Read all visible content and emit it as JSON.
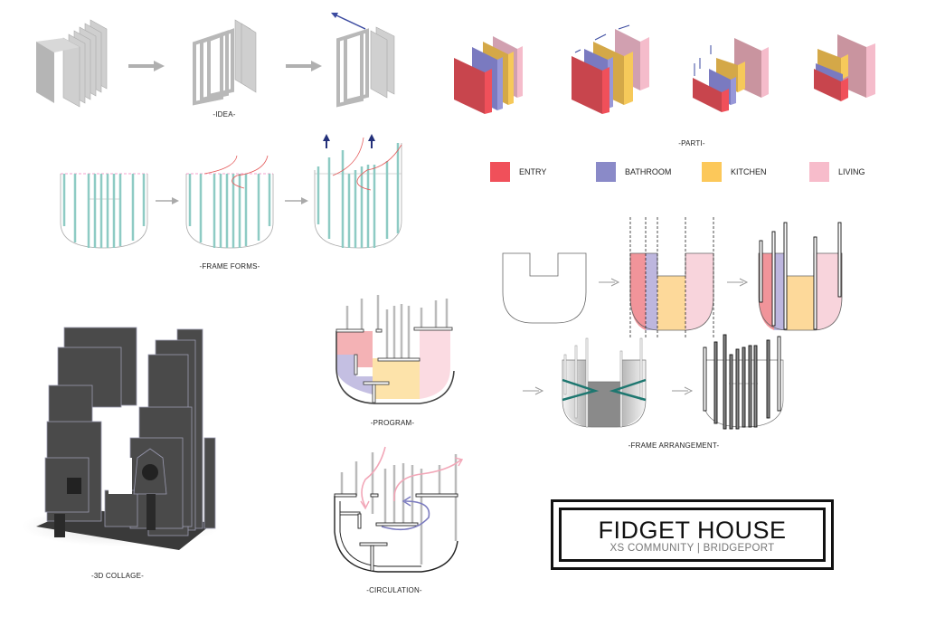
{
  "sections": {
    "idea": {
      "caption": "-IDEA-"
    },
    "parti": {
      "caption": "-PARTI-"
    },
    "frame_forms": {
      "caption": "-FRAME FORMS-"
    },
    "frame_arrangement": {
      "caption": "-FRAME ARRANGEMENT-"
    },
    "program": {
      "caption": "-PROGRAM-"
    },
    "circulation": {
      "caption": "-CIRCULATION-"
    },
    "collage": {
      "caption": "-3D COLLAGE-"
    }
  },
  "legend": [
    {
      "label": "ENTRY",
      "color": "#f0505a"
    },
    {
      "label": "BATHROOM",
      "color": "#8a8ac8"
    },
    {
      "label": "KITCHEN",
      "color": "#fcc85a"
    },
    {
      "label": "LIVING",
      "color": "#f7bccb"
    }
  ],
  "title_block": {
    "title": "FIDGET HOUSE",
    "subtitle": "XS COMMUNITY | BRIDGEPORT"
  }
}
